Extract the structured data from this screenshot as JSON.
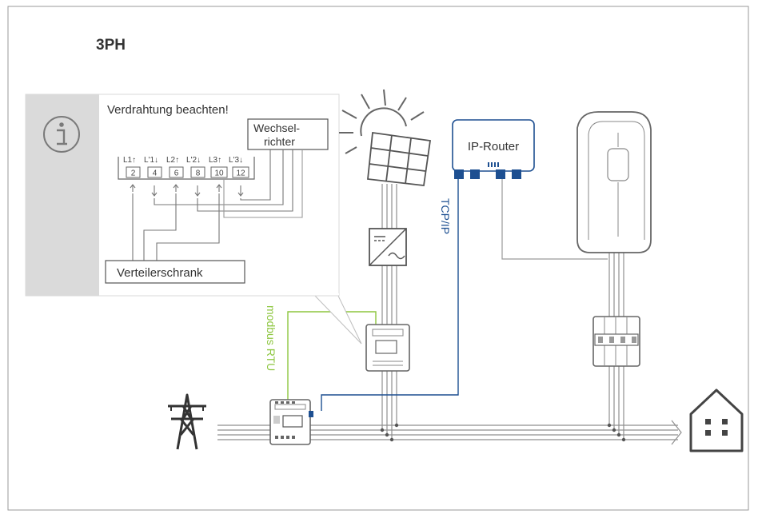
{
  "title": "3PH",
  "callout": {
    "heading": "Verdrahtung beachten!",
    "inverter_label_line1": "Wechsel-",
    "inverter_label_line2": "richter",
    "distribution_label": "Verteilerschrank",
    "info_icon": "info-icon",
    "terminals": {
      "labels": [
        "L1↑",
        "L'1↓",
        "L2↑",
        "L'2↓",
        "L3↑",
        "L'3↓"
      ],
      "numbers": [
        "2",
        "4",
        "6",
        "8",
        "10",
        "12"
      ]
    }
  },
  "router": {
    "label": "IP-Router"
  },
  "links": {
    "tcp": "TCP/IP",
    "modbus": "modbus RTU"
  },
  "icons": [
    "sun-icon",
    "solar-panel-icon",
    "inverter-icon",
    "energy-meter-icon",
    "wallbox-icon",
    "circuit-breaker-icon",
    "power-pylon-icon",
    "house-icon",
    "main-meter-icon"
  ],
  "colors": {
    "tcp_line": "#1d4f91",
    "modbus_line": "#8dc63f",
    "router_port": "#1d4f91",
    "callout_bg": "#dadada",
    "wire": "#8f8f8f"
  }
}
